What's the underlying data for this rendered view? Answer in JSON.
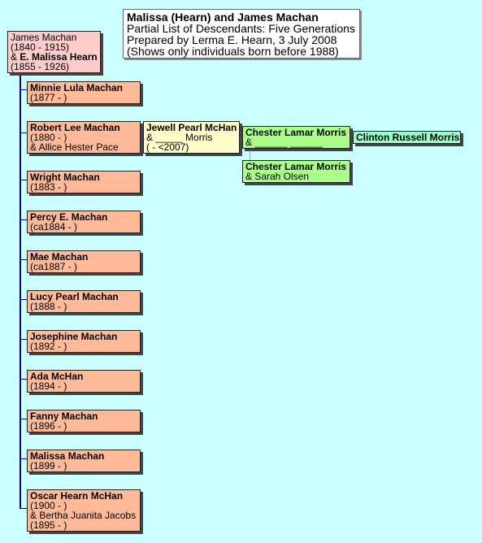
{
  "title": {
    "line1": "Malissa (Hearn) and James Machan",
    "line2": "Partial List of Descendants: Five Generations",
    "line3": "Prepared by Lerma E. Hearn, 3 July 2008",
    "line4": "(Shows only individuals born before 1988)"
  },
  "root": {
    "name": "James Machan",
    "dates": "(1840 - 1915)",
    "spouse_prefix": "& ",
    "spouse": "E. Malissa Hearn",
    "spouse_dates": "(1855 - 1926)"
  },
  "children": [
    {
      "name": "Minnie Lula Machan",
      "dates": "(1877 - )"
    },
    {
      "name": "Robert Lee Machan",
      "dates": "(1880 - )",
      "spouse": "& Allice Hester Pace"
    },
    {
      "name": "Wright Machan",
      "dates": "(1883 - )"
    },
    {
      "name": "Percy E. Machan",
      "dates": "(ca1884 - )"
    },
    {
      "name": "Mae Machan",
      "dates": "(ca1887 - )"
    },
    {
      "name": "Lucy Pearl Machan",
      "dates": "(1888 - )"
    },
    {
      "name": "Josephine Machan",
      "dates": "(1892 - )"
    },
    {
      "name": "Ada McHan",
      "dates": "(1894 - )"
    },
    {
      "name": "Fanny Machan",
      "dates": "(1896 - )"
    },
    {
      "name": "Malissa Machan",
      "dates": "(1899 - )"
    },
    {
      "name": "Oscar Hearn McHan",
      "dates": "(1900 - )",
      "spouse": "& Bertha Juanita Jacobs",
      "spouse_dates": "(1895 - )"
    }
  ],
  "grandchild": {
    "name": "Jewell Pearl McHan",
    "spouse": "& _____ Morris",
    "dates": "( - <2007)"
  },
  "great_grandchildren": [
    {
      "name": "Chester Lamar Morris",
      "spouse": "& ______ ______"
    },
    {
      "name": "Chester Lamar Morris",
      "spouse": "& Sarah Olsen"
    }
  ],
  "great_great_grandchild": {
    "name": "Clinton Russell Morris"
  },
  "colors": {
    "background": "#ccffff",
    "root": "#ffcccc",
    "child": "#ffbb99",
    "grandchild": "#ffffcc",
    "great_grandchild": "#aaff88",
    "great_great_grandchild": "#99ffcc",
    "line_generation1": "#000099",
    "line_generation2": "#cc9900",
    "line_generation3": "#88cc66"
  }
}
